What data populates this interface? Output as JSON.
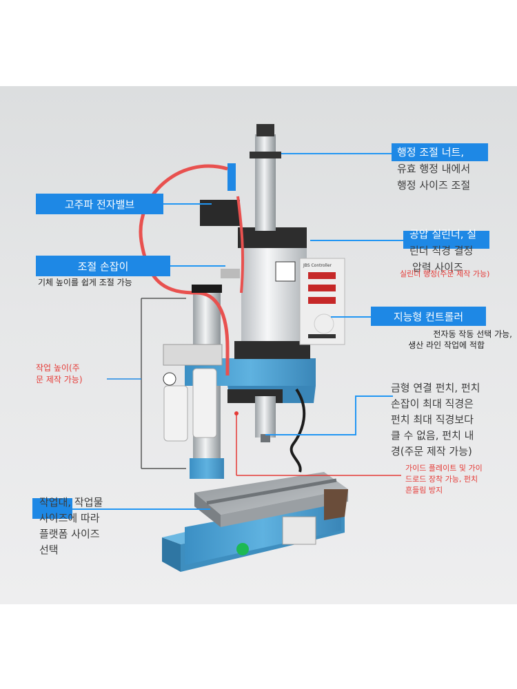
{
  "labels": {
    "stroke_nut": [
      "행정 조절 너트,",
      "유효 행정 내에서",
      "행정 사이즈 조절"
    ],
    "solenoid": "고주파 전자밸브",
    "adjust_knob": "조절 손잡이",
    "adjust_knob_desc": "기체 높이를 쉽게 조절 가능",
    "cylinder": [
      "공압 실린더, 실",
      "린더 직경 결정"
    ],
    "pressure_size": "압력 사이즈",
    "cylinder_stroke": "실린더 행정(주문 제작 가능)",
    "controller": "지능형 컨트롤러",
    "controller_desc": [
      "전자동 작동 선택 가능,",
      "생산 라인 작업에 적합"
    ],
    "work_height": [
      "작업 높이(주",
      "문 제작 가능)"
    ],
    "punch": [
      "금형 연결 펀치, 펀치",
      "손잡이 최대 직경은",
      "펀치 최대 직경보다",
      "클 수 없음, 펀치 내",
      "경(주문 제작 가능)"
    ],
    "guide_plate": [
      "가이드 플레이트 및 가이",
      "드로드 장착 가능, 펀치",
      "흔들림 방지"
    ],
    "worktable": [
      "작업대, 작업물",
      "사이즈에 따라",
      "플랫폼 사이즈",
      "선택"
    ]
  },
  "controller_panel": {
    "brand": "JBS Controller"
  },
  "colors": {
    "accent_blue": "#1e88e5",
    "machine_blue": "#4a9fd0",
    "red_text": "#e53935",
    "air_hose": "#e8514f"
  }
}
